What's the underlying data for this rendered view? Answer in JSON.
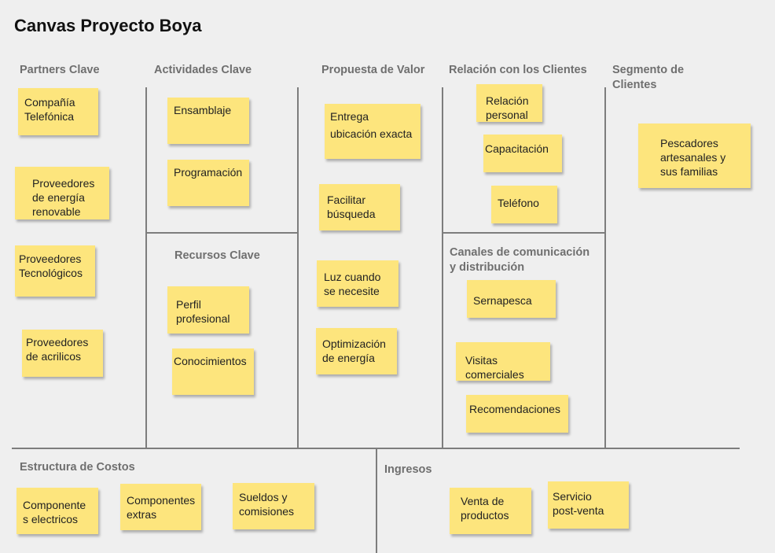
{
  "title": "Canvas Proyecto Boya",
  "sections": {
    "partners": "Partners Clave",
    "actividades": "Actividades Clave",
    "recursos": "Recursos Clave",
    "propuesta": "Propuesta de Valor",
    "relacion": "Relación con los Clientes",
    "canales": "Canales de comunicación\ny distribución",
    "segmento": "Segmento de\nClientes",
    "costos": "Estructura de Costos",
    "ingresos": "Ingresos"
  },
  "notes": {
    "partners": [
      "Compañía\nTelefónica",
      "Proveedores\nde energía\nrenovable",
      "Proveedores\nTecnológicos",
      "Proveedores\nde acrilicos"
    ],
    "actividades": [
      "Ensamblaje",
      "Programación"
    ],
    "recursos": [
      "Perfil\nprofesional",
      "Conocimientos"
    ],
    "propuesta": [
      "Entrega\nubicación exacta",
      "Facilitar\nbúsqueda",
      "Luz cuando\nse necesite",
      "Optimización\nde energía"
    ],
    "relacion": [
      "Relación\npersonal",
      "Capacitación",
      "Teléfono"
    ],
    "canales": [
      "Sernapesca",
      "Visitas\ncomerciales",
      "Recomendaciones"
    ],
    "segmento": [
      "Pescadores\nartesanales y\nsus familias"
    ],
    "costos": [
      "Componente\ns electricos",
      "Componentes\nextras",
      "Sueldos y\ncomisiones"
    ],
    "ingresos": [
      "Venta de\nproductos",
      "Servicio\npost-venta"
    ]
  },
  "colors": {
    "background": "#efefef",
    "sticky_note": "#fde57d",
    "divider": "#7d7d7d",
    "header_text": "#6f6f6f"
  }
}
